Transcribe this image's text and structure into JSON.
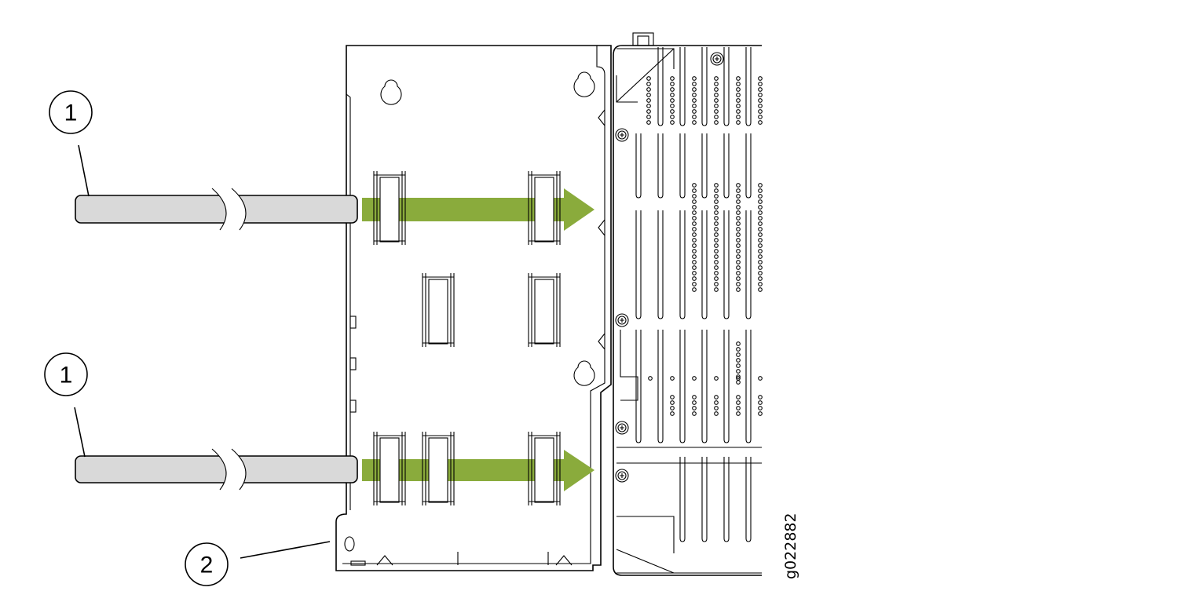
{
  "callouts": [
    {
      "label": "1",
      "meaning": "cable"
    },
    {
      "label": "1",
      "meaning": "cable"
    },
    {
      "label": "2",
      "meaning": "panel"
    }
  ],
  "figure_id": "g022882",
  "colors": {
    "arrow": "#8aab3c",
    "cable": "#d9d9d9",
    "line": "#000000"
  }
}
